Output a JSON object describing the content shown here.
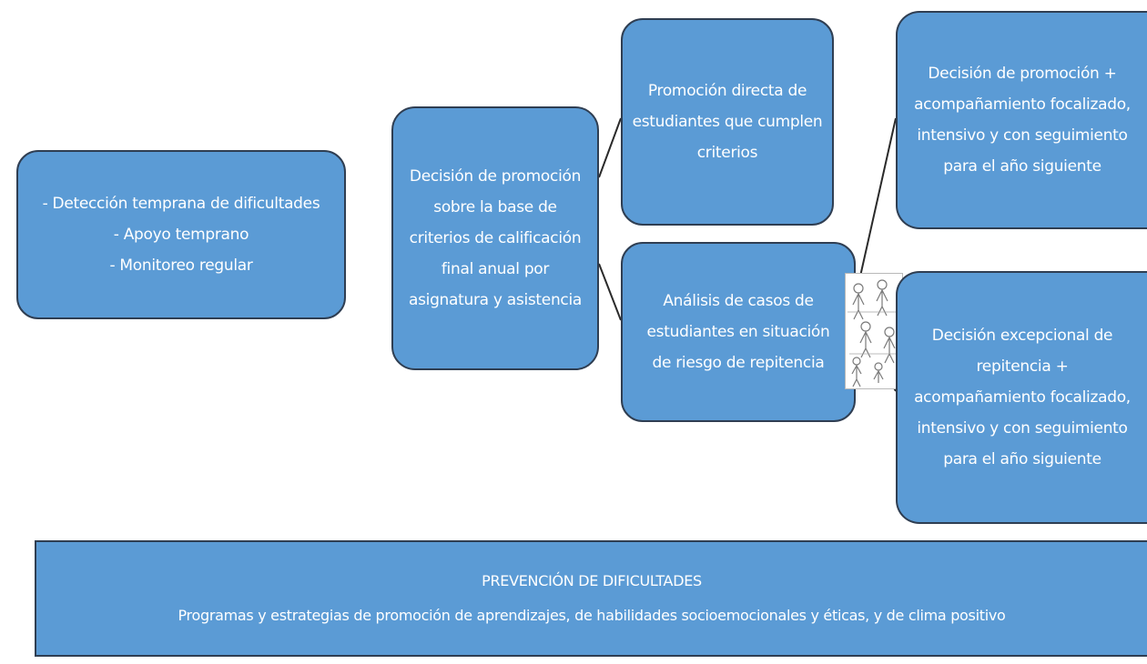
{
  "boxes": {
    "detection": {
      "lines": [
        "- Detección temprana de dificultades",
        "- Apoyo temprano",
        "- Monitoreo regular"
      ]
    },
    "decision": {
      "lines": [
        "Decisión de promoción",
        "sobre la base de",
        "criterios de calificación",
        "final anual por",
        "asignatura y asistencia"
      ]
    },
    "direct_promotion": {
      "lines": [
        "Promoción directa de",
        "estudiantes que cumplen",
        "criterios"
      ]
    },
    "case_analysis": {
      "lines": [
        "Análisis de casos de",
        "estudiantes en situación",
        "de riesgo de repitencia"
      ]
    },
    "promotion_plus": {
      "lines": [
        "Decisión de promoción +",
        "acompañamiento focalizado,",
        "intensivo y con seguimiento",
        "para el año siguiente"
      ]
    },
    "exceptional": {
      "lines": [
        "Decisión excepcional de",
        "repitencia +",
        "acompañamiento focalizado,",
        "intensivo y con seguimiento",
        "para el año siguiente"
      ]
    },
    "prevention": {
      "title": "PREVENCIÓN DE DIFICULTADES",
      "description": "Programas y estrategias de promoción de aprendizajes, de habilidades socioemocionales y éticas, y de clima positivo"
    }
  },
  "colors": {
    "box_fill": "#5b9bd5",
    "box_border": "#2f3e52",
    "text": "#ffffff",
    "connector": "#2a2a2a"
  },
  "icons": {
    "crowd_image": "people-group-sketch"
  }
}
